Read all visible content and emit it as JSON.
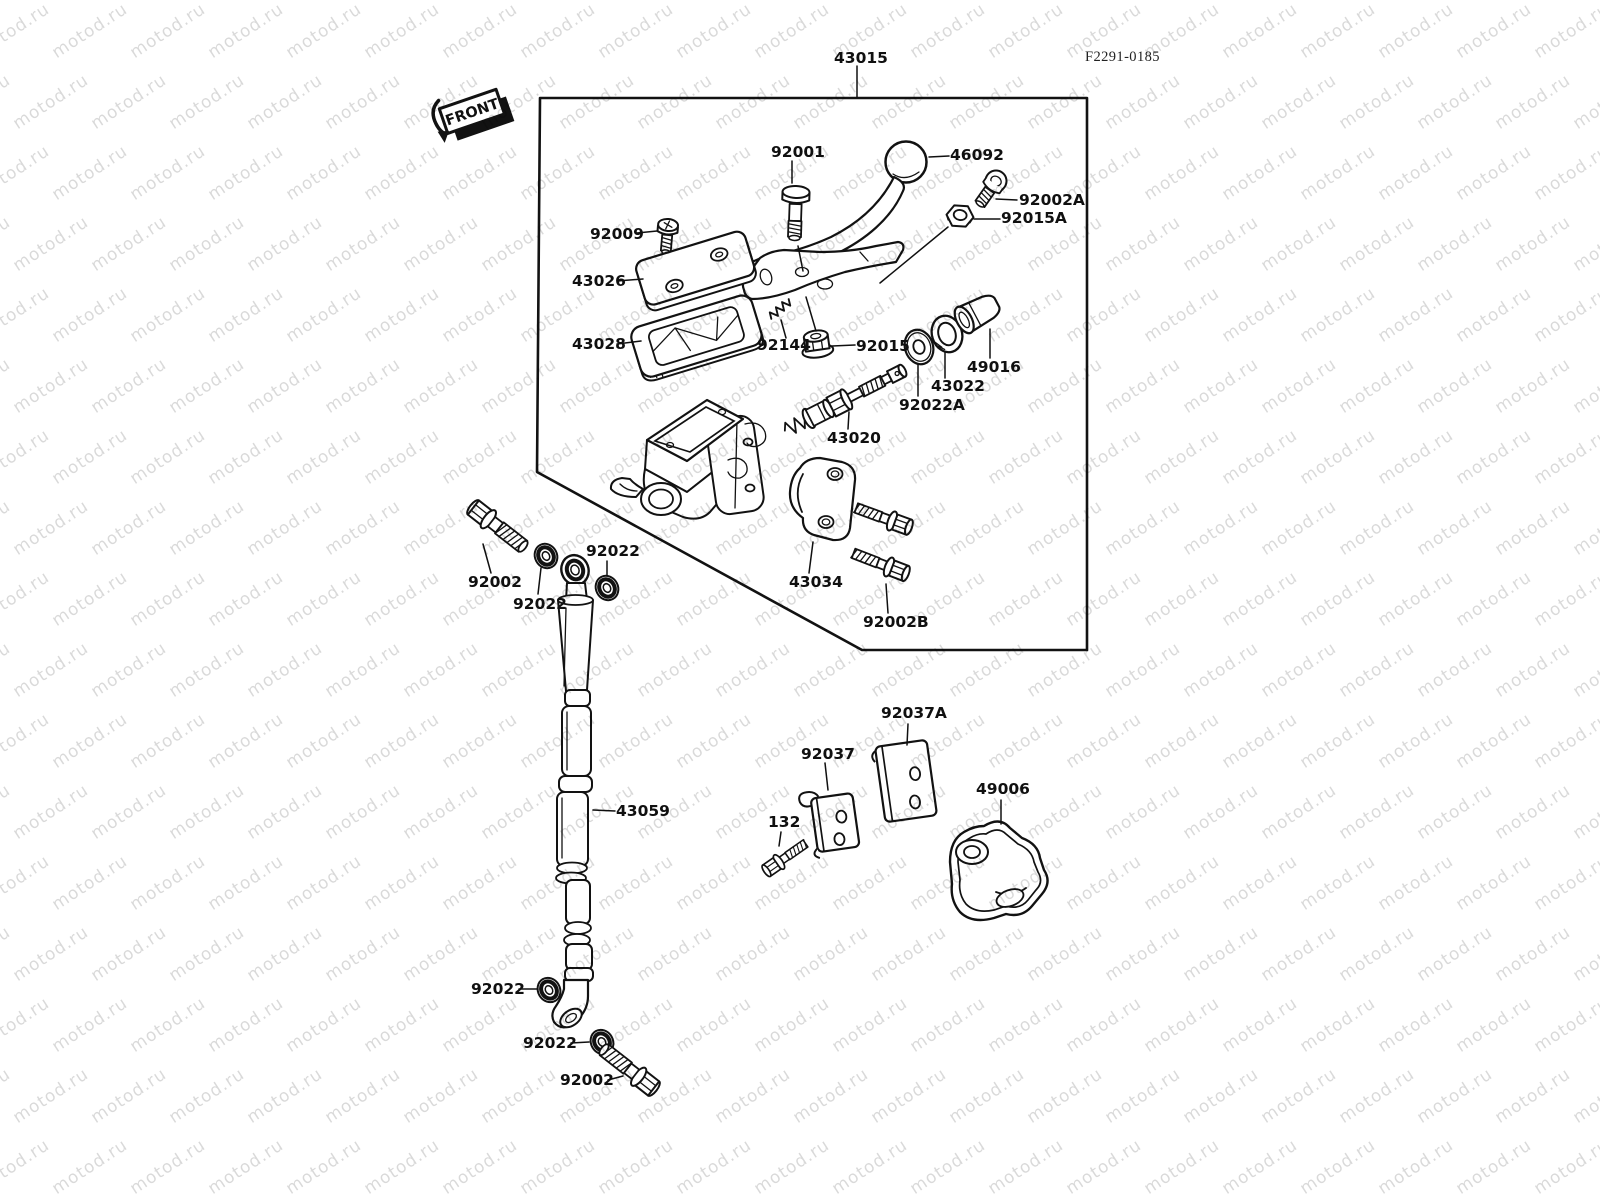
{
  "header": {
    "doc_code": "F2291-0185"
  },
  "front_tag": {
    "label": "FRONT"
  },
  "watermark": {
    "text": "motod.ru",
    "color": "rgba(0,0,0,0.15)"
  },
  "callouts": {
    "assembly": "43015",
    "pivot_bolt": "92001",
    "lever": "46092",
    "screw_small": "92002A",
    "locknut_small": "92015A",
    "cap_screw": "92009",
    "reservoir_cap": "43026",
    "diaphragm": "43028",
    "spring": "92144",
    "locknut": "92015",
    "piston_assy": "43020",
    "washer_a": "92022A",
    "ring": "43022",
    "dust_cover": "49016",
    "clamp": "43034",
    "clamp_bolt": "92002B",
    "banjo_bolt_upper": "92002",
    "washer_upper_1": "92022",
    "washer_upper_2": "92022",
    "hose": "43059",
    "bracket_a": "92037A",
    "bracket": "92037",
    "bolt_132": "132",
    "guard": "49006",
    "washer_lower_1": "92022",
    "washer_lower_2": "92022",
    "banjo_bolt_lower": "92002"
  }
}
